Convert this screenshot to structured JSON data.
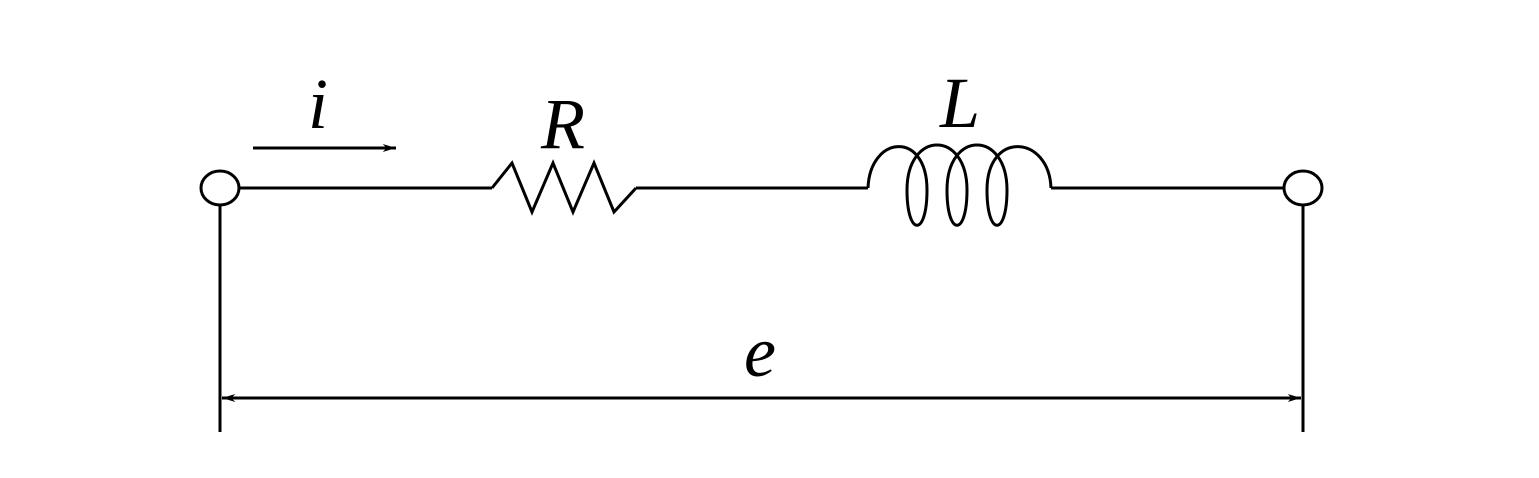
{
  "diagram": {
    "type": "series RL circuit",
    "labels": {
      "current": "i",
      "resistor": "R",
      "inductor": "L",
      "voltage": "e"
    },
    "colors": {
      "stroke": "#000000",
      "background": "#ffffff"
    }
  }
}
